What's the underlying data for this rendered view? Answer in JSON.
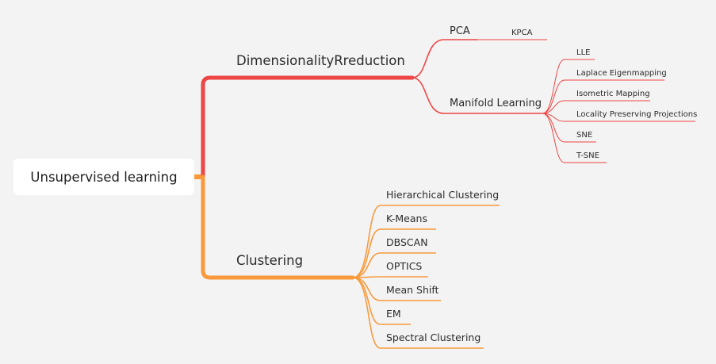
{
  "colors": {
    "background": "#f3f3f3",
    "dimensionality_branch": "#ee4545",
    "clustering_branch": "#f89a3c",
    "node_text": "#2b2b2b"
  },
  "root": {
    "label": "Unsupervised learning"
  },
  "dimensionality": {
    "label": "DimensionalityRreduction",
    "pca": {
      "label": "PCA",
      "children": [
        "KPCA"
      ]
    },
    "manifold": {
      "label": "Manifold Learning",
      "children": [
        "LLE",
        "Laplace Eigenmapping",
        "Isometric Mapping",
        "Locality Preserving Projections",
        "SNE",
        "T-SNE"
      ]
    }
  },
  "clustering": {
    "label": "Clustering",
    "children": [
      "Hierarchical Clustering",
      "K-Means",
      "DBSCAN",
      "OPTICS",
      "Mean Shift",
      "EM",
      "Spectral Clustering"
    ]
  }
}
